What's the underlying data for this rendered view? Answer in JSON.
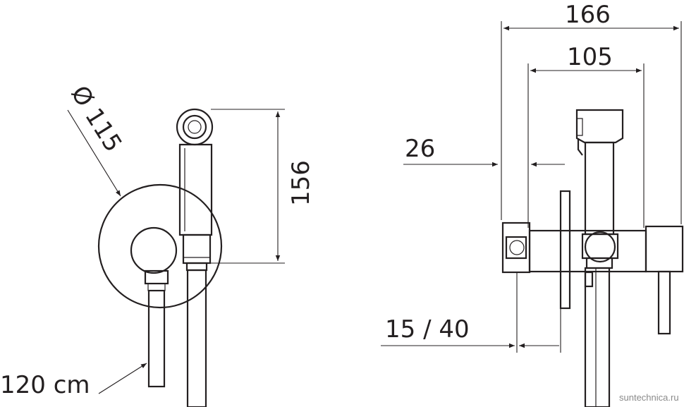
{
  "dimensions": {
    "diameter": "Ø 115",
    "height": "156",
    "hose_length": "120 cm",
    "width_total": "166",
    "width_body": "105",
    "depth_wall": "26",
    "adjust_range": "15 / 40"
  },
  "watermark": "suntechnica.ru",
  "colors": {
    "ink": "#231f20",
    "background": "#ffffff",
    "watermark": "#8a8a8a"
  }
}
